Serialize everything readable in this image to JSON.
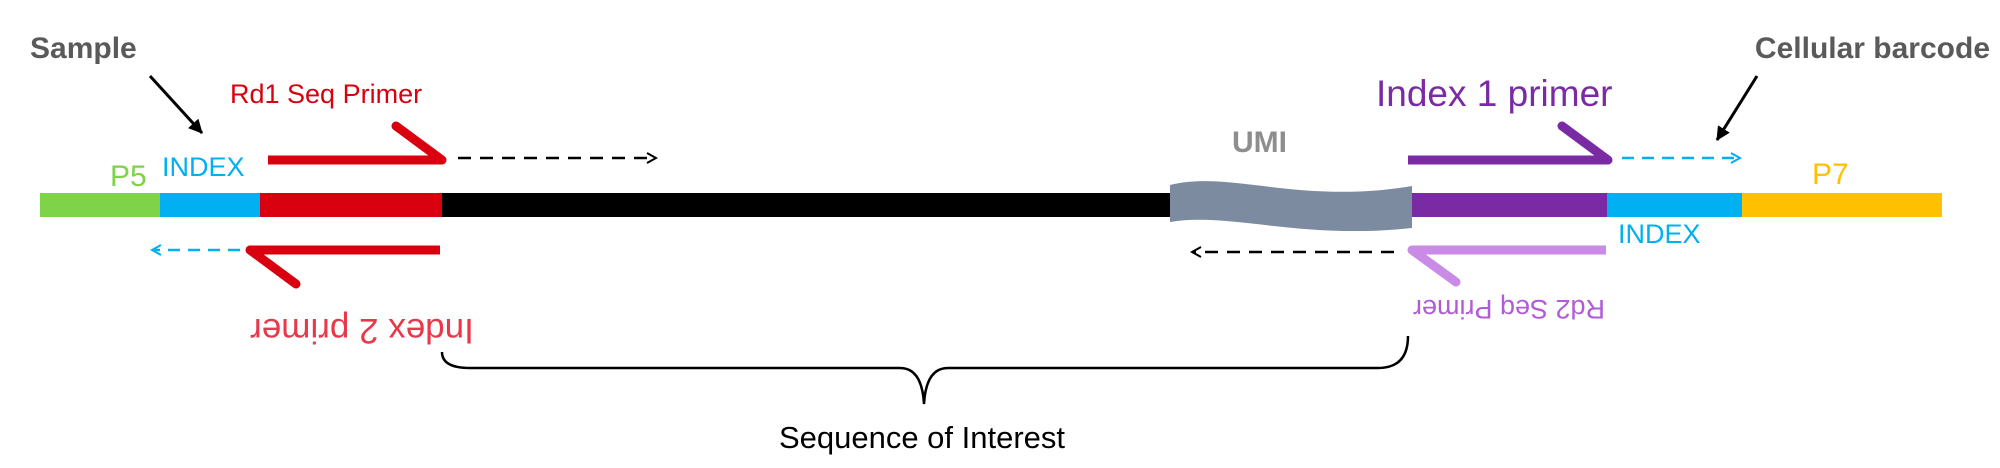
{
  "labels": {
    "sample": "Sample",
    "cellular_barcode": "Cellular barcode",
    "rd1_seq_primer": "Rd1 Seq Primer",
    "index1_primer": "Index 1 primer",
    "umi": "UMI",
    "p5": "P5",
    "index_left": "INDEX",
    "p7": "P7",
    "index_right": "INDEX",
    "index2_primer": "Index 2 primer",
    "rd2_seq_primer": "Rd2 Seq Primer",
    "sequence_of_interest": "Sequence of Interest"
  },
  "colors": {
    "p5": "#7ED348",
    "index": "#00B0F0",
    "rd1": "#D9000F",
    "insert": "#000000",
    "umi": "#7D8BA1",
    "index1": "#7A2AA3",
    "p7": "#FFC000",
    "rd2": "#C98BE6",
    "index2_text": "#E8394A",
    "label_gray": "#5A5A5A",
    "umi_text": "#8E8E8E"
  }
}
